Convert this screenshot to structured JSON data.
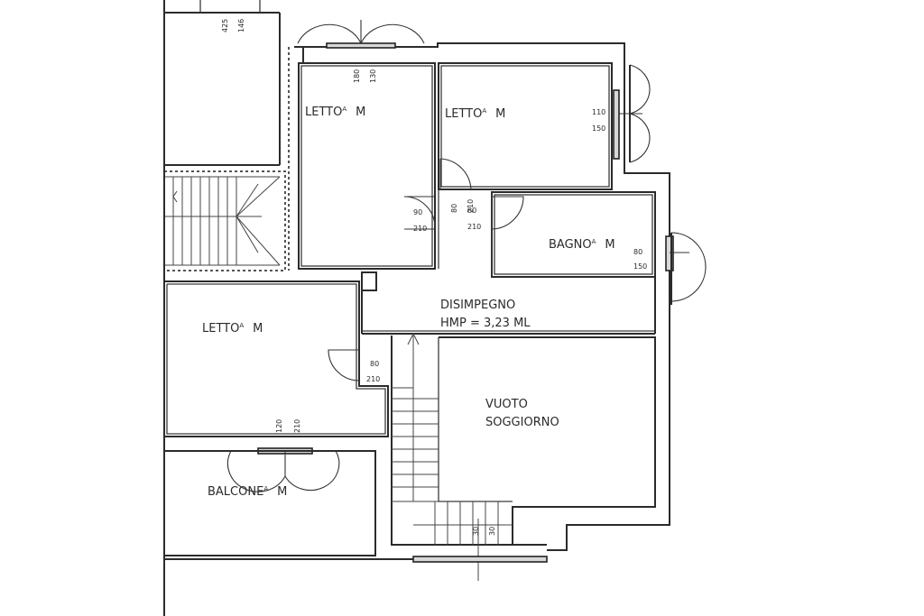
{
  "rooms": {
    "letto1": {
      "name": "LETTO",
      "sup": "A",
      "unit": "M"
    },
    "letto2": {
      "name": "LETTO",
      "sup": "A",
      "unit": "M"
    },
    "letto3": {
      "name": "LETTO",
      "sup": "A",
      "unit": "M"
    },
    "bagno": {
      "name": "BAGNO",
      "sup": "A",
      "unit": "M"
    },
    "disimpegno": {
      "name": "DISIMPEGNO",
      "hmp": "HMP = 3,23 ML"
    },
    "vuoto": {
      "line1": "VUOTO",
      "line2": "SOGGIORNO"
    },
    "balcone": {
      "name": "BALCONE",
      "sup": "A",
      "unit": "M"
    }
  },
  "dimensions": {
    "top_left_a": "425",
    "top_left_b": "146",
    "top_win_a": "180",
    "top_win_b": "130",
    "right_win_a": "110",
    "right_win_b": "150",
    "door1_a": "90",
    "door1_b": "210",
    "door2_a": "80",
    "door2_b": "210",
    "door3_a": "80",
    "door3_b": "210",
    "bagno_win_a": "80",
    "bagno_win_b": "150",
    "letto3_door_a": "80",
    "letto3_door_b": "210",
    "balcone_win_a": "120",
    "balcone_win_b": "210",
    "stair_a": "30",
    "stair_b": "30"
  }
}
